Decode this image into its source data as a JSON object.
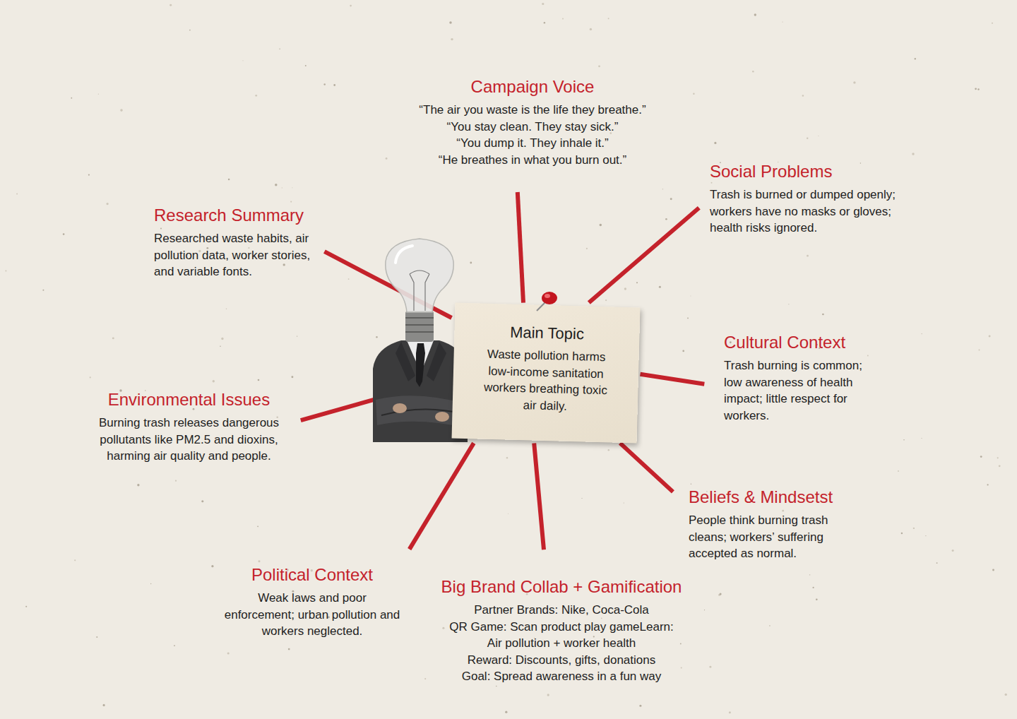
{
  "diagram": {
    "nodes": [
      {
        "text": [
          "Main Topic",
          "Waste pollution harms low-income sanitation workers breathing toxic air daily."
        ]
      },
      {
        "text": [
          "Campaign Voice",
          "“The air you waste is the life they breathe.”",
          "“You stay clean. They stay sick.”",
          "“You dump it. They inhale it.”",
          "“He breathes in what you burn out.”"
        ]
      },
      {
        "text": [
          "Social Problems",
          "Trash is burned or dumped openly; workers have no masks or gloves; health risks ignored."
        ]
      },
      {
        "text": [
          "Research Summary",
          "Researched waste habits, air pollution data, worker stories, and variable fonts."
        ]
      },
      {
        "text": [
          "Cultural Context",
          "Trash burning is common; low awareness of health impact; little respect for workers."
        ]
      },
      {
        "text": [
          "Environmental Issues",
          "Burning trash releases dangerous pollutants like PM2.5 and dioxins, harming air quality and people."
        ]
      },
      {
        "text": [
          "Beliefs & Mindsetst",
          "People think burning trash cleans; workers’ suffering accepted as normal."
        ]
      },
      {
        "text": [
          "Political Context",
          "Weak laws and poor enforcement; urban pollution and workers neglected."
        ]
      },
      {
        "text": [
          "Big Brand Collab + Gamification",
          "Partner Brands: Nike, Coca-Cola",
          "QR Game: Scan product play gameLearn:",
          "Air pollution + worker health",
          "Reward: Discounts, gifts, donations",
          "Goal: Spread awareness in a fun way"
        ]
      }
    ],
    "edges": [
      {
        "from": 0,
        "to": 1,
        "arrow": "none"
      },
      {
        "from": 0,
        "to": 2,
        "arrow": "none"
      },
      {
        "from": 0,
        "to": 3,
        "arrow": "none"
      },
      {
        "from": 0,
        "to": 4,
        "arrow": "none"
      },
      {
        "from": 0,
        "to": 5,
        "arrow": "none"
      },
      {
        "from": 0,
        "to": 6,
        "arrow": "none"
      },
      {
        "from": 0,
        "to": 7,
        "arrow": "none"
      },
      {
        "from": 0,
        "to": 8,
        "arrow": "none"
      }
    ]
  }
}
